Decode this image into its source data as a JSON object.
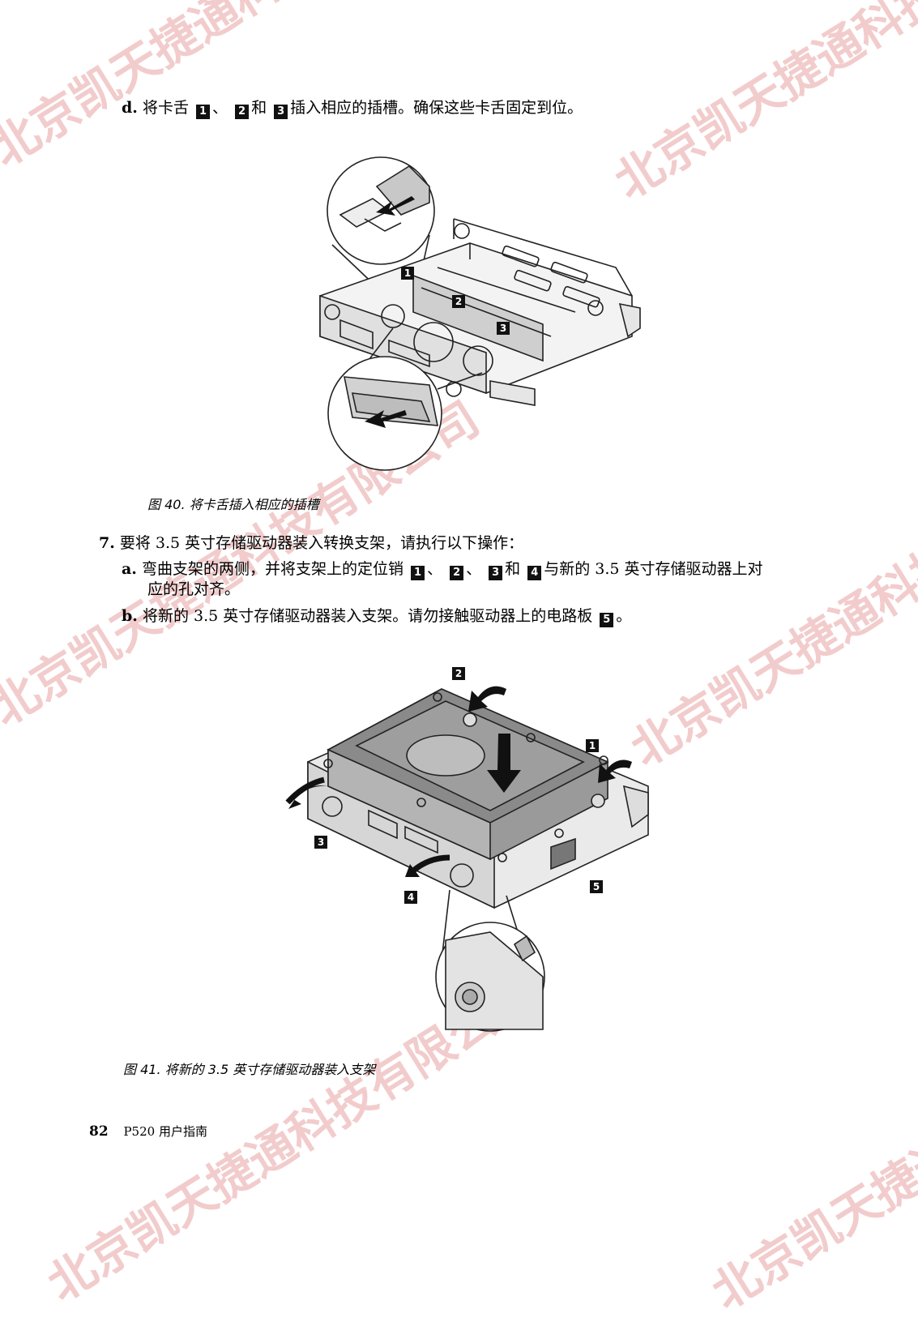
{
  "watermark": "北京凯天捷通科技有限公司",
  "step_d": {
    "label": "d.",
    "text1": "将卡舌",
    "b1": "1",
    "sep1": "、",
    "b2": "2",
    "sep2": "和",
    "b3": "3",
    "text2": "插入相应的插槽。确保这些卡舌固定到位。"
  },
  "figure40": {
    "caption": "图 40. 将卡舌插入相应的插槽",
    "callouts": [
      "1",
      "2",
      "3"
    ]
  },
  "step7": {
    "num": "7.",
    "text": "要将 3.5 英寸存储驱动器装入转换支架，请执行以下操作："
  },
  "step_a": {
    "label": "a.",
    "text1": "弯曲支架的两侧，并将支架上的定位销",
    "b1": "1",
    "sep1": "、",
    "b2": "2",
    "sep2": "、",
    "b3": "3",
    "sep3": "和",
    "b4": "4",
    "text2": "与新的 3.5 英寸存储驱动器上对",
    "text3": "应的孔对齐。"
  },
  "step_b": {
    "label": "b.",
    "text1": "将新的 3.5 英寸存储驱动器装入支架。请勿接触驱动器上的电路板",
    "b5": "5",
    "text2": "。"
  },
  "figure41": {
    "caption": "图 41. 将新的 3.5 英寸存储驱动器装入支架",
    "callouts": [
      "1",
      "2",
      "3",
      "4",
      "5"
    ]
  },
  "footer": {
    "page": "82",
    "title": "P520 用户指南"
  }
}
